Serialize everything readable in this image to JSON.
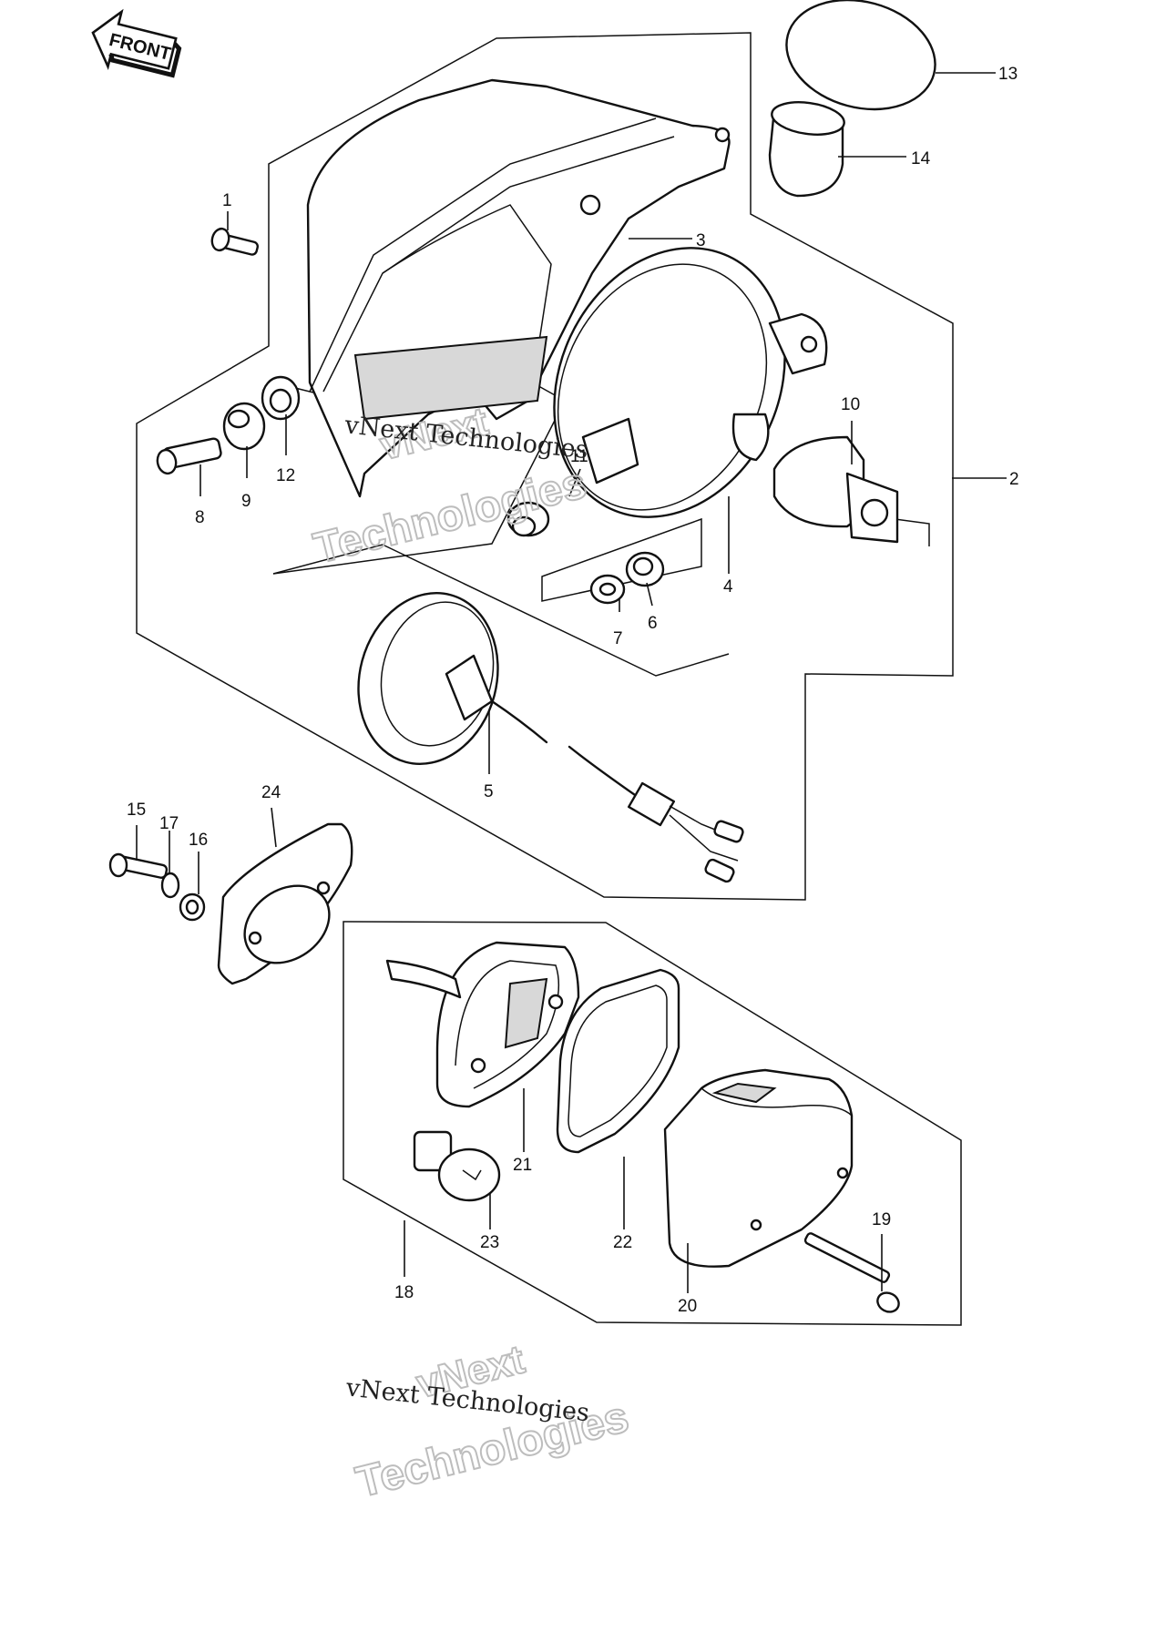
{
  "front_arrow": {
    "text": "FRONT"
  },
  "callouts": [
    {
      "id": "c1",
      "label": "1"
    },
    {
      "id": "c2",
      "label": "2"
    },
    {
      "id": "c3",
      "label": "3"
    },
    {
      "id": "c4",
      "label": "4"
    },
    {
      "id": "c5",
      "label": "5"
    },
    {
      "id": "c6",
      "label": "6"
    },
    {
      "id": "c7",
      "label": "7"
    },
    {
      "id": "c8",
      "label": "8"
    },
    {
      "id": "c9",
      "label": "9"
    },
    {
      "id": "c10",
      "label": "10"
    },
    {
      "id": "c11",
      "label": "11"
    },
    {
      "id": "c12",
      "label": "12"
    },
    {
      "id": "c13",
      "label": "13"
    },
    {
      "id": "c14",
      "label": "14"
    },
    {
      "id": "c15",
      "label": "15"
    },
    {
      "id": "c16",
      "label": "16"
    },
    {
      "id": "c17",
      "label": "17"
    },
    {
      "id": "c18",
      "label": "18"
    },
    {
      "id": "c19",
      "label": "19"
    },
    {
      "id": "c20",
      "label": "20"
    },
    {
      "id": "c21",
      "label": "21"
    },
    {
      "id": "c22",
      "label": "22"
    },
    {
      "id": "c23",
      "label": "23"
    },
    {
      "id": "c24",
      "label": "24"
    }
  ],
  "watermarks": [
    {
      "line1": "vNext",
      "line2": "Technologies",
      "caption": "vNext Technologies"
    },
    {
      "line1": "vNext",
      "line2": "Technologies",
      "caption": "vNext Technologies"
    }
  ]
}
